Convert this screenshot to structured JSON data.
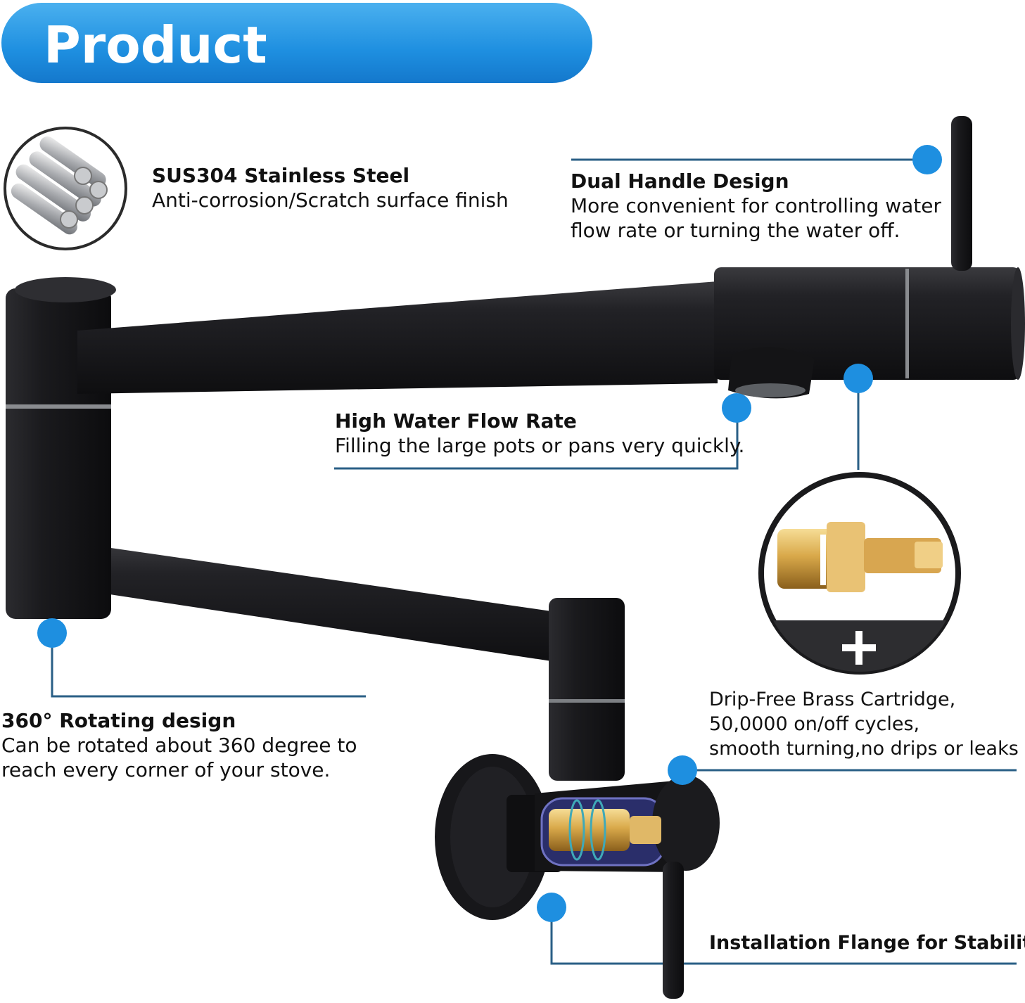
{
  "banner": {
    "title": "Product Information"
  },
  "features": {
    "steel": {
      "heading": "SUS304 Stainless Steel",
      "desc": "Anti-corrosion/Scratch surface finish"
    },
    "handle": {
      "heading": "Dual Handle Design",
      "desc_line1": "More convenient for controlling water",
      "desc_line2": "flow rate or turning the water off."
    },
    "flow": {
      "heading": "High Water Flow Rate",
      "desc": "Filling the large pots or pans very quickly."
    },
    "rotate": {
      "heading": "360° Rotating design",
      "desc_line1": "Can be rotated about 360 degree to",
      "desc_line2": "reach every corner of your stove."
    },
    "cartridge": {
      "line1": "Drip-Free Brass Cartridge,",
      "line2": "50,0000 on/off cycles,",
      "line3": "smooth turning,no drips or leaks"
    },
    "flange": {
      "heading": "Installation Flange for Stability"
    }
  },
  "colors": {
    "accent_blue": "#1e8fe0",
    "line_blue": "#2a5f86",
    "faucet_black": "#1a1a1c"
  },
  "icons": [
    "steel-rods-icon",
    "brass-cartridge-icon",
    "plus-icon",
    "callout-dot-icon"
  ]
}
